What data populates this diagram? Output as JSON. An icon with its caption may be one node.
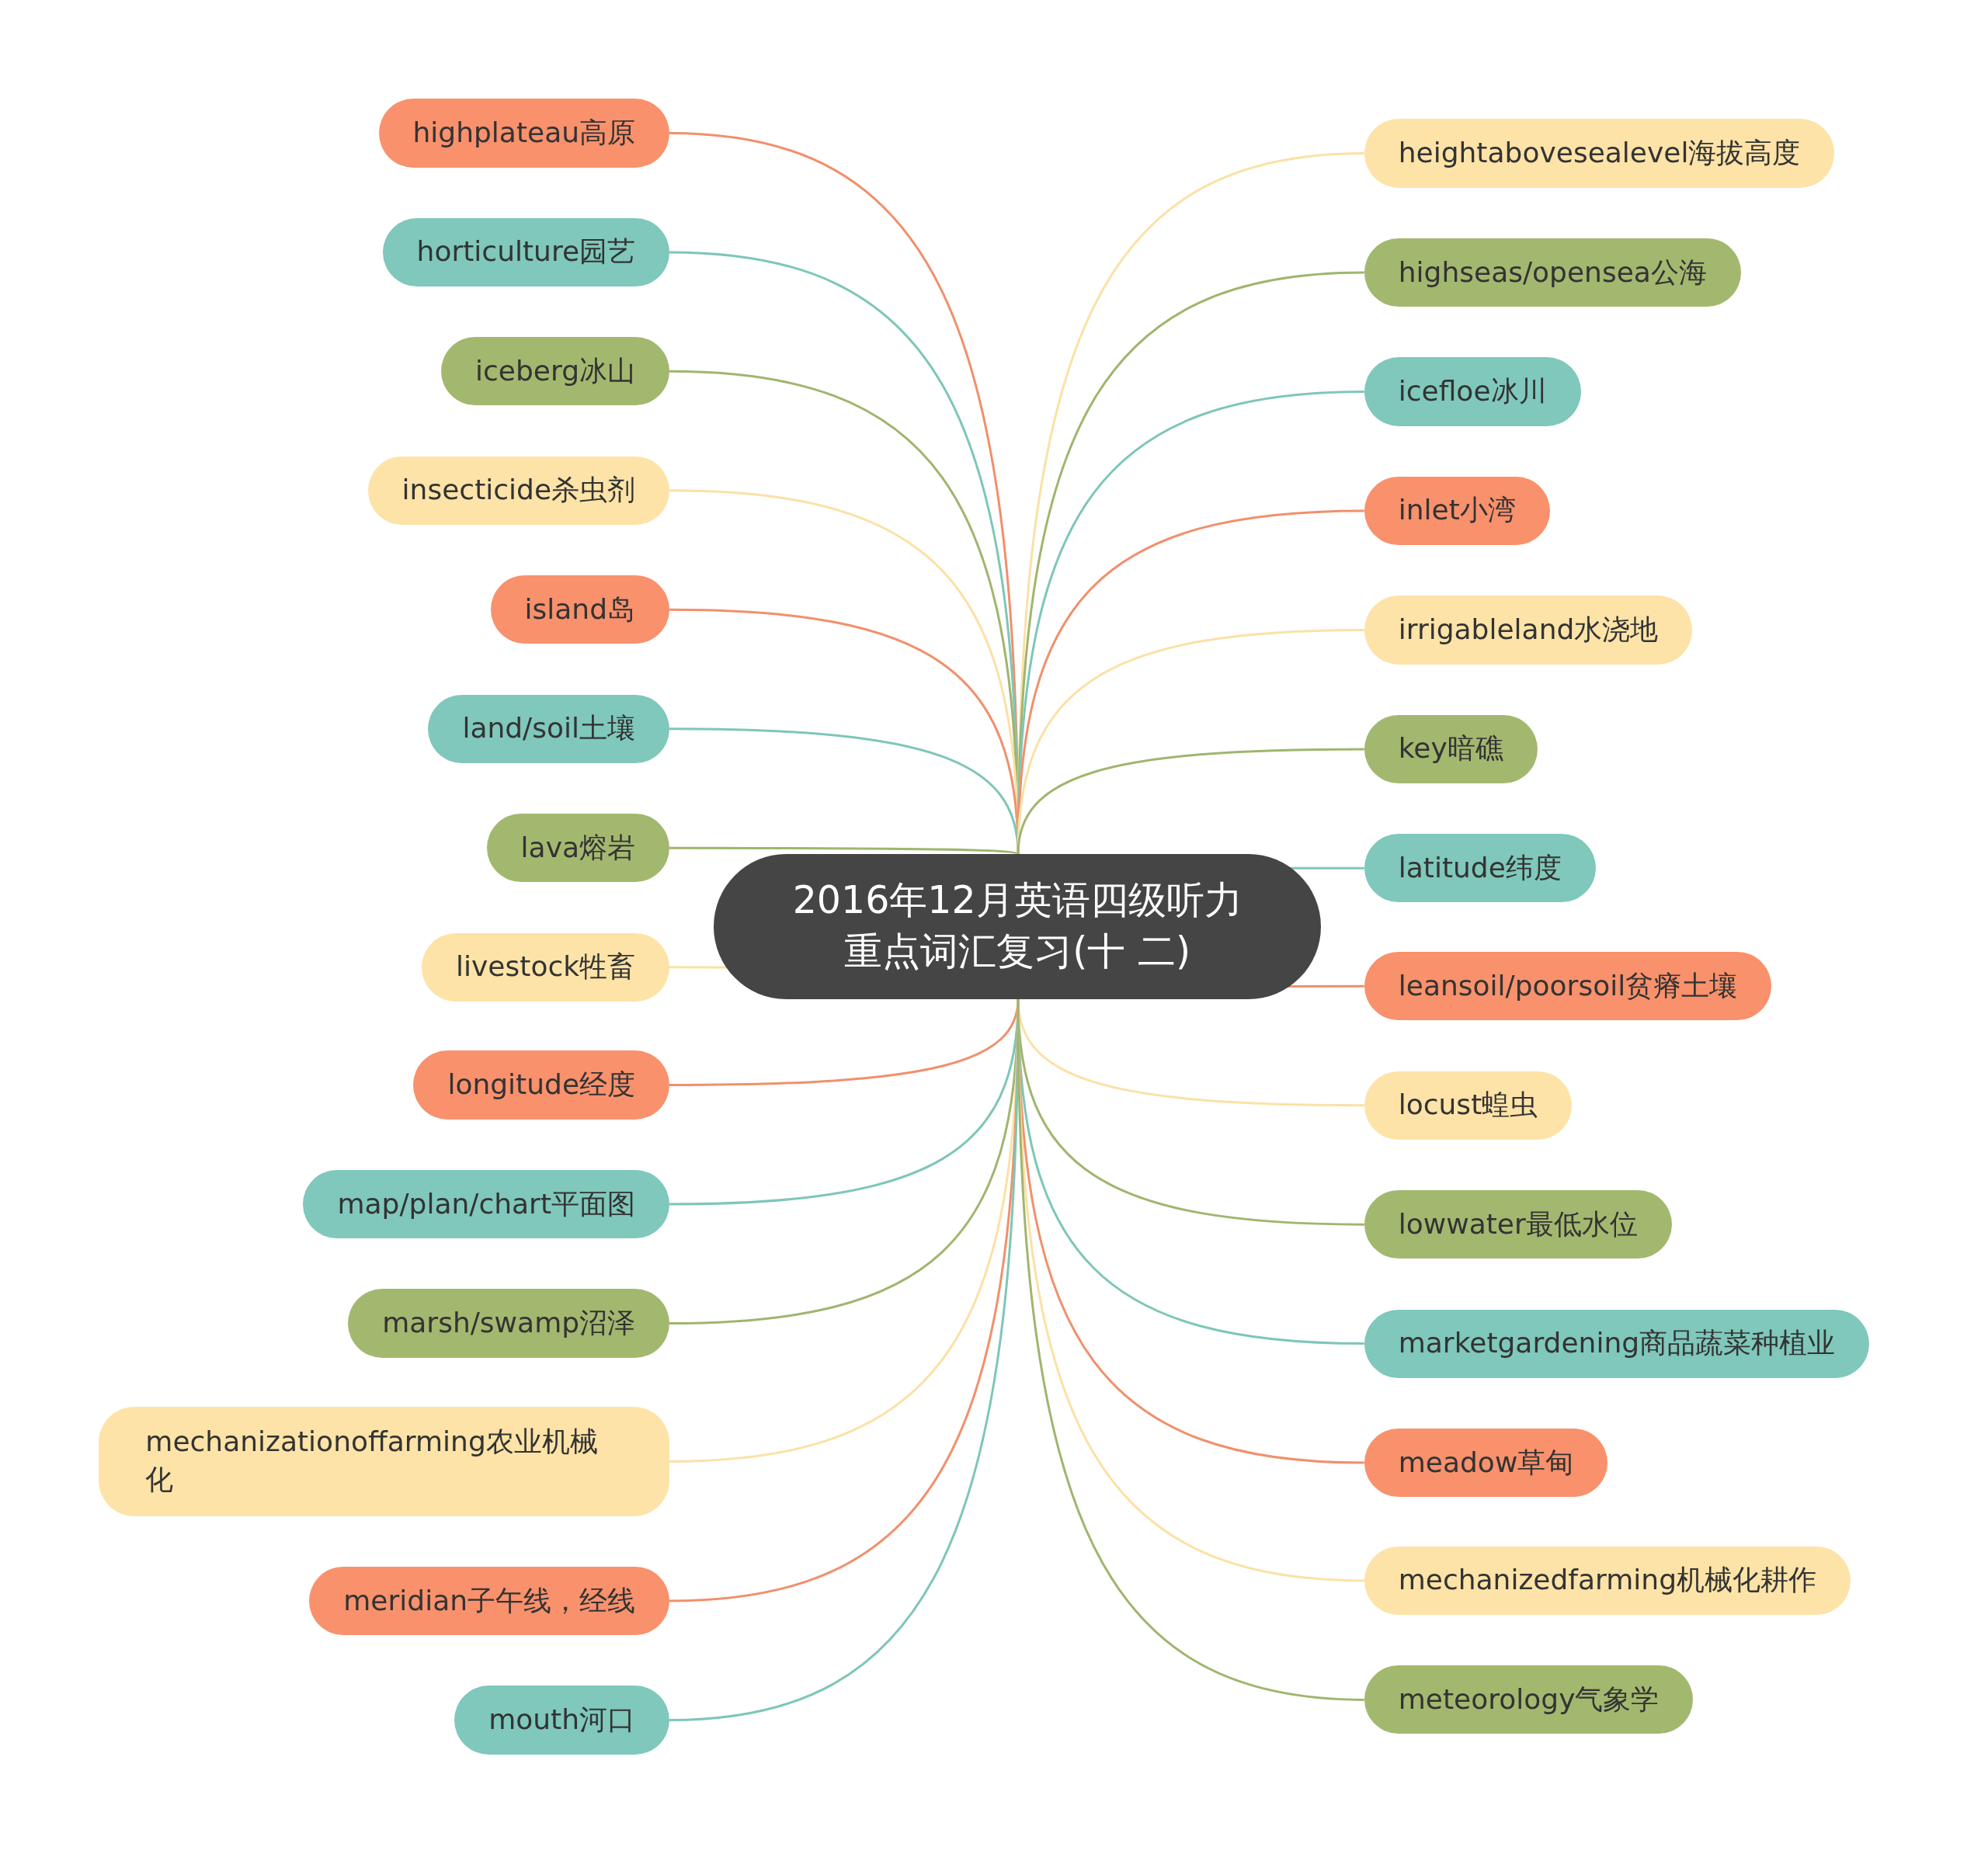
{
  "diagram": {
    "nodes": [
      {
        "text": [
          "2016年12月英语四级听力重点词汇复习(十 二)"
        ]
      },
      {
        "text": [
          "highplateau高原"
        ]
      },
      {
        "text": [
          "horticulture园艺"
        ]
      },
      {
        "text": [
          "iceberg冰山"
        ]
      },
      {
        "text": [
          "insecticide杀虫剂"
        ]
      },
      {
        "text": [
          "island岛"
        ]
      },
      {
        "text": [
          "land/soil土壤"
        ]
      },
      {
        "text": [
          "lava熔岩"
        ]
      },
      {
        "text": [
          "livestock牲畜"
        ]
      },
      {
        "text": [
          "longitude经度"
        ]
      },
      {
        "text": [
          "map/plan/chart平面图"
        ]
      },
      {
        "text": [
          "marsh/swamp沼泽"
        ]
      },
      {
        "text": [
          "mechanizationoffarming农业机械化"
        ]
      },
      {
        "text": [
          "meridian子午线，经线"
        ]
      },
      {
        "text": [
          "mouth河口"
        ]
      },
      {
        "text": [
          "heightabovesealevel海拔高度"
        ]
      },
      {
        "text": [
          "highseas/opensea公海"
        ]
      },
      {
        "text": [
          "icefloe冰川"
        ]
      },
      {
        "text": [
          "inlet小湾"
        ]
      },
      {
        "text": [
          "irrigableland水浇地"
        ]
      },
      {
        "text": [
          "key暗礁"
        ]
      },
      {
        "text": [
          "latitude纬度"
        ]
      },
      {
        "text": [
          "leansoil/poorsoil贫瘠土壤"
        ]
      },
      {
        "text": [
          "locust蝗虫"
        ]
      },
      {
        "text": [
          "lowwater最低水位"
        ]
      },
      {
        "text": [
          "marketgardening商品蔬菜种植业"
        ]
      },
      {
        "text": [
          "meadow草甸"
        ]
      },
      {
        "text": [
          "mechanizedfarming机械化耕作"
        ]
      },
      {
        "text": [
          "meteorology气象学"
        ]
      }
    ],
    "edges": [
      {
        "from": 0,
        "to": 1,
        "arrow": "none",
        "color": "#f0906c"
      },
      {
        "from": 0,
        "to": 2,
        "arrow": "none",
        "color": "#7ec6b8"
      },
      {
        "from": 0,
        "to": 3,
        "arrow": "none",
        "color": "#a0b56e"
      },
      {
        "from": 0,
        "to": 4,
        "arrow": "none",
        "color": "#fbe1a6"
      },
      {
        "from": 0,
        "to": 5,
        "arrow": "none",
        "color": "#f0906c"
      },
      {
        "from": 0,
        "to": 6,
        "arrow": "none",
        "color": "#7ec6b8"
      },
      {
        "from": 0,
        "to": 7,
        "arrow": "none",
        "color": "#a0b56e"
      },
      {
        "from": 0,
        "to": 8,
        "arrow": "none",
        "color": "#fbe1a6"
      },
      {
        "from": 0,
        "to": 9,
        "arrow": "none",
        "color": "#f0906c"
      },
      {
        "from": 0,
        "to": 10,
        "arrow": "none",
        "color": "#7ec6b8"
      },
      {
        "from": 0,
        "to": 11,
        "arrow": "none",
        "color": "#a0b56e"
      },
      {
        "from": 0,
        "to": 12,
        "arrow": "none",
        "color": "#fbe1a6"
      },
      {
        "from": 0,
        "to": 13,
        "arrow": "none",
        "color": "#f0906c"
      },
      {
        "from": 0,
        "to": 14,
        "arrow": "none",
        "color": "#7ec6b8"
      },
      {
        "from": 0,
        "to": 15,
        "arrow": "none",
        "color": "#fbe1a6"
      },
      {
        "from": 0,
        "to": 16,
        "arrow": "none",
        "color": "#a0b56e"
      },
      {
        "from": 0,
        "to": 17,
        "arrow": "none",
        "color": "#7ec6b8"
      },
      {
        "from": 0,
        "to": 18,
        "arrow": "none",
        "color": "#f0906c"
      },
      {
        "from": 0,
        "to": 19,
        "arrow": "none",
        "color": "#fbe1a6"
      },
      {
        "from": 0,
        "to": 20,
        "arrow": "none",
        "color": "#a0b56e"
      },
      {
        "from": 0,
        "to": 21,
        "arrow": "none",
        "color": "#7ec6b8"
      },
      {
        "from": 0,
        "to": 22,
        "arrow": "none",
        "color": "#f0906c"
      },
      {
        "from": 0,
        "to": 23,
        "arrow": "none",
        "color": "#fbe1a6"
      },
      {
        "from": 0,
        "to": 24,
        "arrow": "none",
        "color": "#a0b56e"
      },
      {
        "from": 0,
        "to": 25,
        "arrow": "none",
        "color": "#7ec6b8"
      },
      {
        "from": 0,
        "to": 26,
        "arrow": "none",
        "color": "#f0906c"
      },
      {
        "from": 0,
        "to": 27,
        "arrow": "none",
        "color": "#fbe1a6"
      },
      {
        "from": 0,
        "to": 28,
        "arrow": "none",
        "color": "#a0b56e"
      }
    ]
  }
}
